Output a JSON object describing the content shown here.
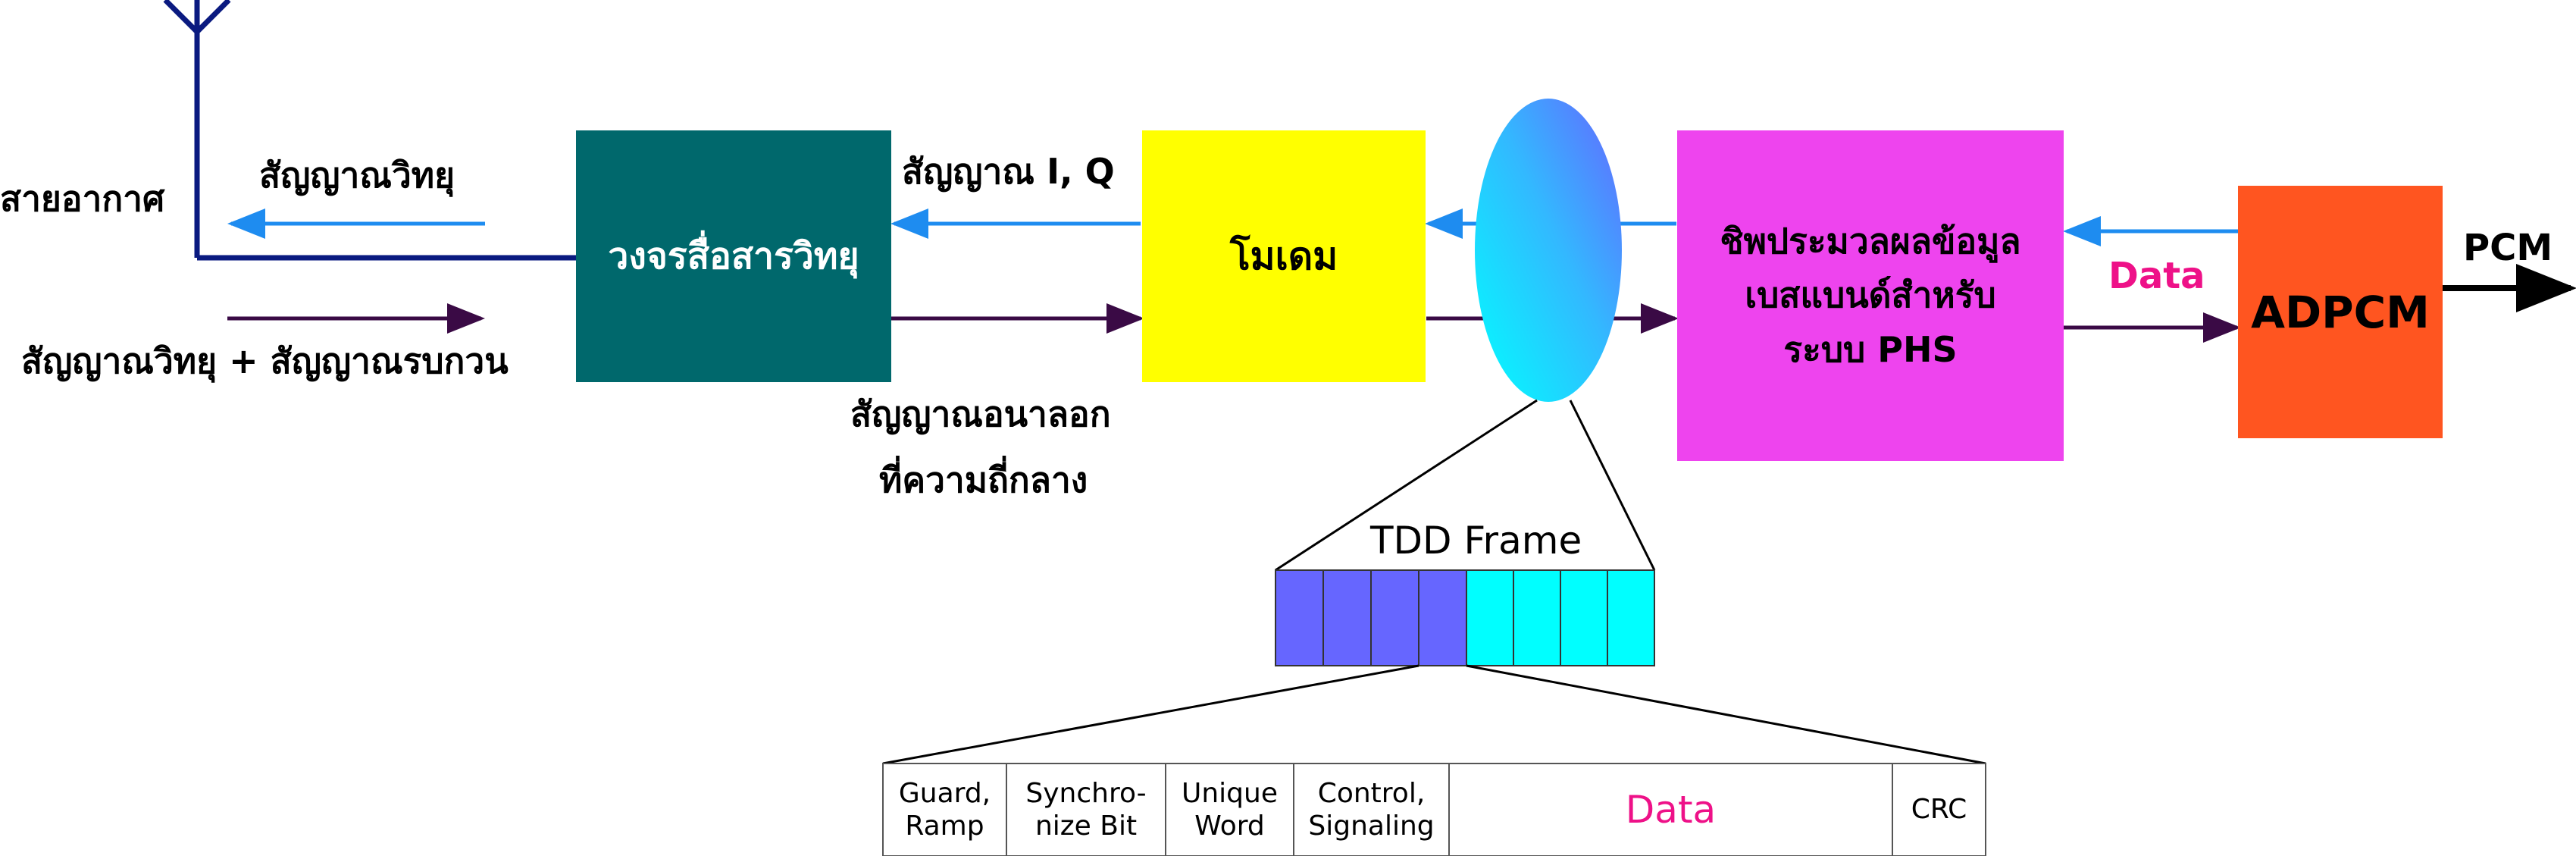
{
  "labels": {
    "antenna": "สายอากาศ",
    "radio_signal": "สัญญาณวิทยุ",
    "radio_plus_interference": "สัญญาณวิทยุ + สัญญาณรบกวน",
    "iq_signal": "สัญญาณ I, Q",
    "analog_if_line1": "สัญญาณอนาลอก",
    "analog_if_line2": "ที่ความถี่กลาง",
    "data": "Data",
    "pcm": "PCM",
    "tdd_frame": "TDD Frame"
  },
  "blocks": {
    "radio_circuit": "วงจรสื่อสารวิทยุ",
    "modem": "โมเดม",
    "baseband_line1": "ชิพประมวลผลข้อมูล",
    "baseband_line2": "เบสแบนด์สำหรับ",
    "baseband_line3": "ระบบ PHS",
    "adpcm": "ADPCM"
  },
  "slot_fields": [
    {
      "line1": "Guard,",
      "line2": "Ramp"
    },
    {
      "line1": "Synchro-",
      "line2": "nize Bit"
    },
    {
      "line1": "Unique",
      "line2": "Word"
    },
    {
      "line1": "Control,",
      "line2": "Signaling"
    },
    {
      "line1": "Data",
      "line2": ""
    },
    {
      "line1": "CRC",
      "line2": ""
    }
  ],
  "colors": {
    "radio_circuit": "#00686c",
    "modem": "#ffff00",
    "baseband": "#ee44ee",
    "adpcm": "#ff5520",
    "antenna": "#0a1a80",
    "arrow_blue": "#1e8cf0",
    "arrow_purple": "#3a0a45",
    "data_text": "#ee1188",
    "slot_blue": "#6666ff",
    "slot_cyan": "#00ffff"
  }
}
